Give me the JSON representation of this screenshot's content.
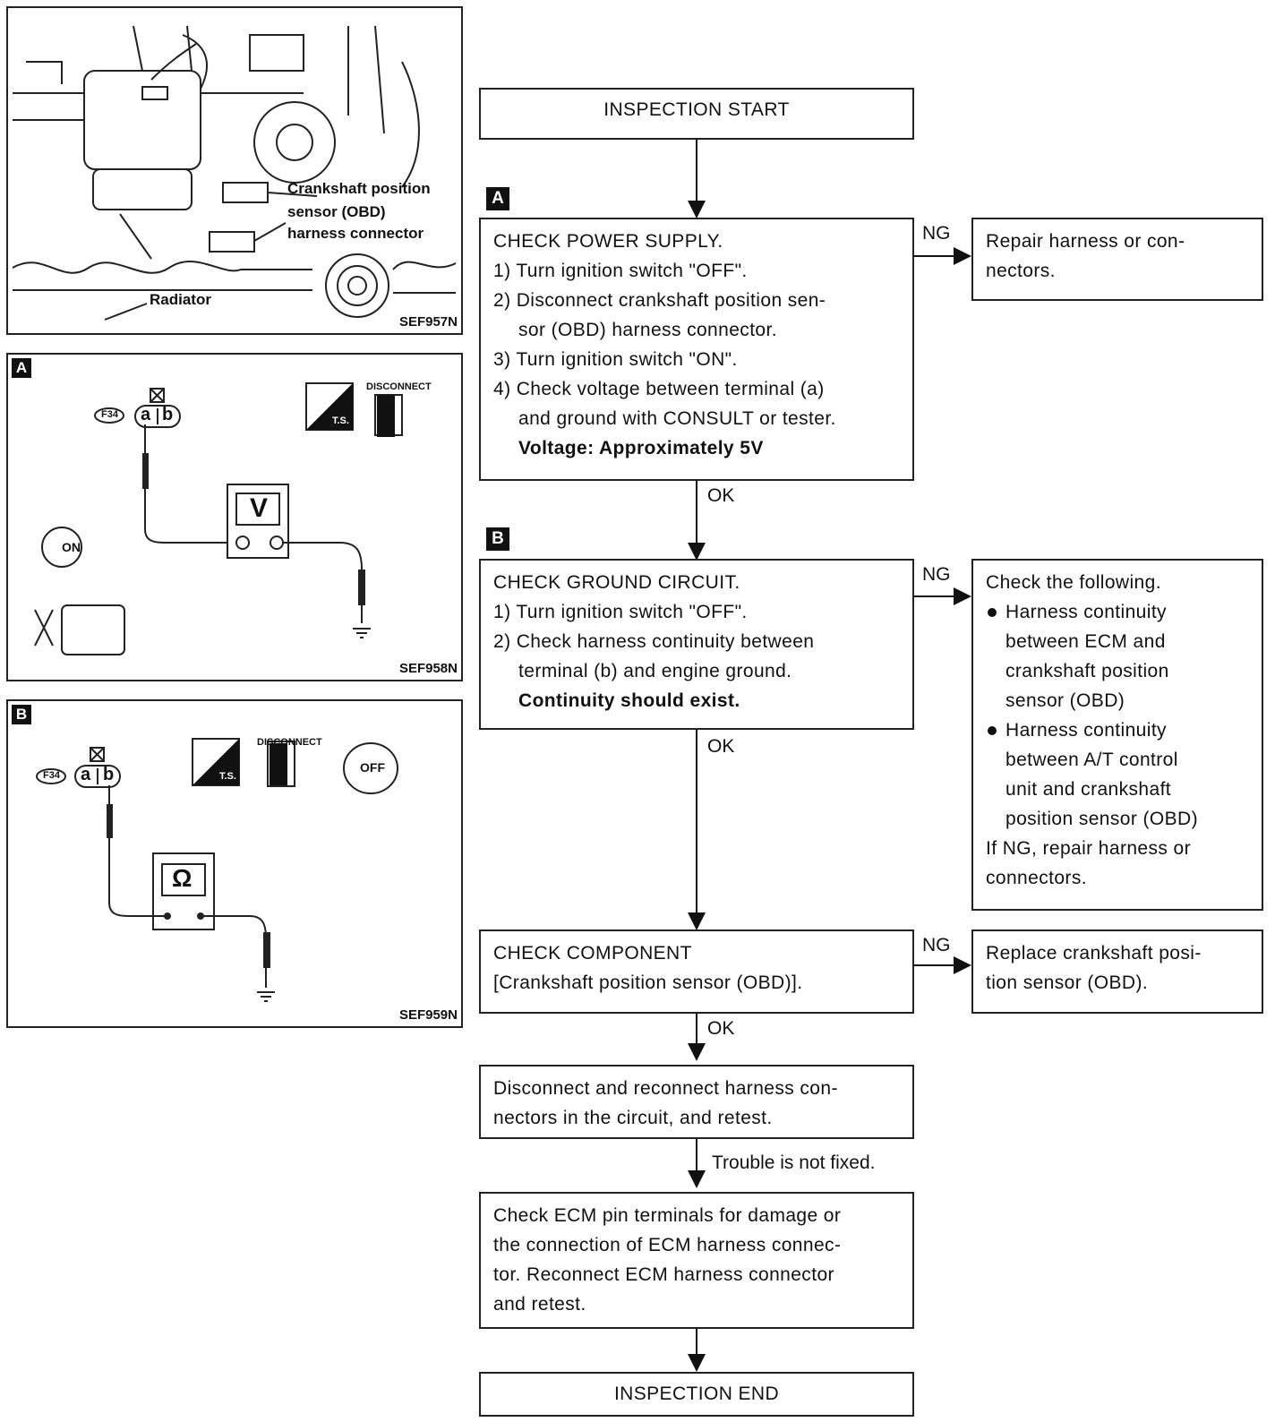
{
  "panels": {
    "engine": {
      "code": "SEF957N",
      "label_sensor_1": "Crankshaft position",
      "label_sensor_2": "sensor (OBD)",
      "label_sensor_3": "harness connector",
      "label_radiator": "Radiator"
    },
    "voltage": {
      "letter": "A",
      "code": "SEF958N",
      "connector": "F34",
      "pin_a": "a",
      "pin_b": "b",
      "meter": "V",
      "ts": "T.S.",
      "disconnect": "DISCONNECT",
      "key": "ON"
    },
    "continuity": {
      "letter": "B",
      "code": "SEF959N",
      "connector": "F34",
      "pin_a": "a",
      "pin_b": "b",
      "meter": "Ω",
      "ts": "T.S.",
      "disconnect": "DISCONNECT",
      "key": "OFF"
    }
  },
  "flow": {
    "start": "INSPECTION START",
    "step_a": {
      "letter": "A",
      "title": "CHECK POWER SUPPLY.",
      "l1": "1) Turn ignition switch \"OFF\".",
      "l2a": "2) Disconnect crankshaft position sen-",
      "l2b": "sor (OBD) harness connector.",
      "l3": "3) Turn ignition switch \"ON\".",
      "l4a": "4) Check voltage between terminal (a)",
      "l4b": "and ground with CONSULT or tester.",
      "spec": "Voltage: Approximately 5V",
      "ng_label": "NG",
      "ng_1": "Repair harness or con-",
      "ng_2": "nectors.",
      "ok_label": "OK"
    },
    "step_b": {
      "letter": "B",
      "title": "CHECK GROUND CIRCUIT.",
      "l1": "1) Turn ignition switch \"OFF\".",
      "l2a": "2) Check harness continuity between",
      "l2b": "terminal (b) and engine ground.",
      "spec": "Continuity should exist.",
      "ng_label": "NG",
      "ng_title": "Check the following.",
      "ng_b1_1": "Harness continuity",
      "ng_b1_2": "between ECM and",
      "ng_b1_3": "crankshaft position",
      "ng_b1_4": "sensor (OBD)",
      "ng_b2_1": "Harness continuity",
      "ng_b2_2": "between A/T control",
      "ng_b2_3": "unit and crankshaft",
      "ng_b2_4": "position sensor (OBD)",
      "ng_tail_1": "If NG, repair harness or",
      "ng_tail_2": "connectors.",
      "ok_label": "OK"
    },
    "step_c": {
      "title": "CHECK COMPONENT",
      "l1": "[Crankshaft position sensor (OBD)].",
      "ng_label": "NG",
      "ng_1": "Replace crankshaft posi-",
      "ng_2": "tion sensor (OBD).",
      "ok_label": "OK"
    },
    "reconnect": {
      "l1": "Disconnect and reconnect harness con-",
      "l2": "nectors in the circuit, and retest."
    },
    "not_fixed": "Trouble is not fixed.",
    "ecm": {
      "l1": "Check ECM pin terminals for damage or",
      "l2": "the connection of ECM harness connec-",
      "l3": "tor. Reconnect ECM harness connector",
      "l4": "and retest."
    },
    "end": "INSPECTION END"
  }
}
